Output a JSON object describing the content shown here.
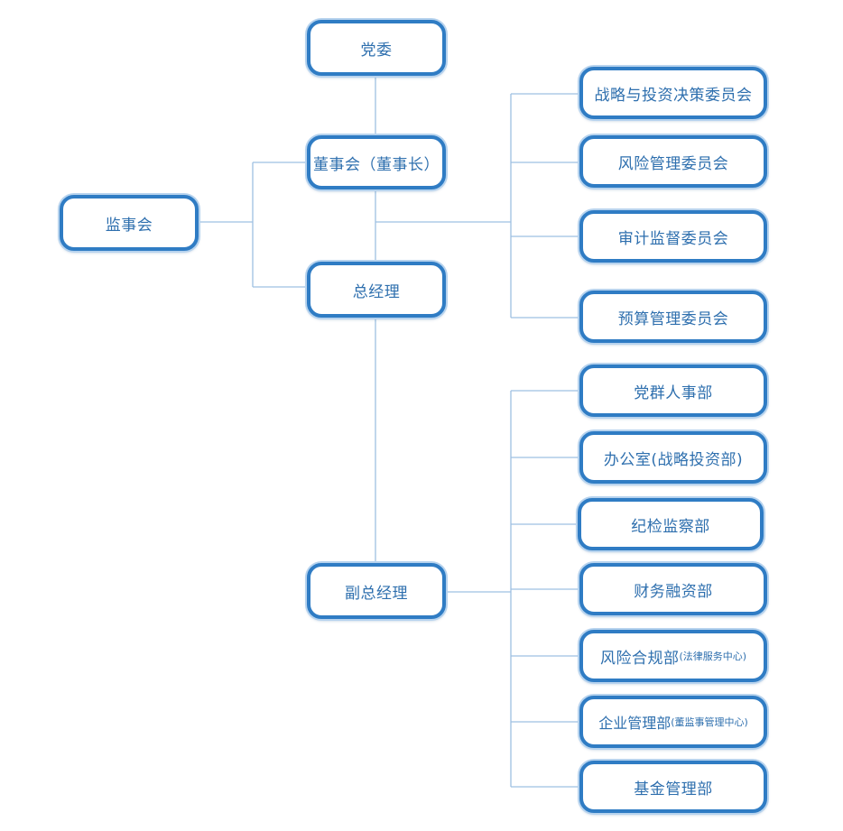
{
  "colors": {
    "border": "#2f7cc4",
    "text": "#2e6fae",
    "connector": "#9ec0e2"
  },
  "nodes": {
    "party_committee": "党委",
    "supervisory_board": "监事会",
    "board": "董事会（董事长）",
    "general_manager": "总经理",
    "deputy_general_manager": "副总经理",
    "committees": {
      "strategy_investment": "战略与投资决策委员会",
      "risk_management": "风险管理委员会",
      "audit_supervision": "审计监督委员会",
      "budget_management": "预算管理委员会"
    },
    "departments": {
      "party_hr": "党群人事部",
      "office": "办公室(战略投资部)",
      "discipline": "纪检监察部",
      "finance": "财务融资部",
      "risk_compliance": {
        "main": "风险合规部",
        "sub": "(法律服务中心)"
      },
      "enterprise_mgmt": {
        "main": "企业管理部",
        "sub": "(董监事管理中心)"
      },
      "fund_mgmt": "基金管理部"
    }
  }
}
